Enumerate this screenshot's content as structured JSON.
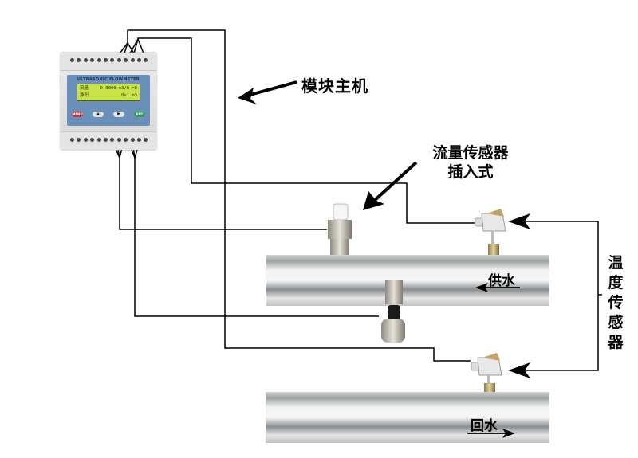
{
  "labels": {
    "module_host": "模块主机",
    "flow_sensor_line1": "流量传感器",
    "flow_sensor_line2": "插入式",
    "temp_sensor": "温度传感器",
    "supply_water": "供水",
    "return_water": "回水"
  },
  "device": {
    "panel_title": "ULTRASONIC FLOWMETER",
    "lcd_line1_label": "流量",
    "lcd_line1_value": "0.0000 m3/h =0",
    "lcd_line2_label": "净积",
    "lcd_line2_value": "0x1 m3",
    "buttons": {
      "menu": "MENU",
      "up": "▲",
      "right": "▶",
      "ent": "ENT"
    }
  },
  "colors": {
    "wire": "#000000",
    "pipe_dark": "#8e9294",
    "pipe_light": "#f4f4f4",
    "lcd": "#c8e24a",
    "panel": "#6a8fb8"
  }
}
